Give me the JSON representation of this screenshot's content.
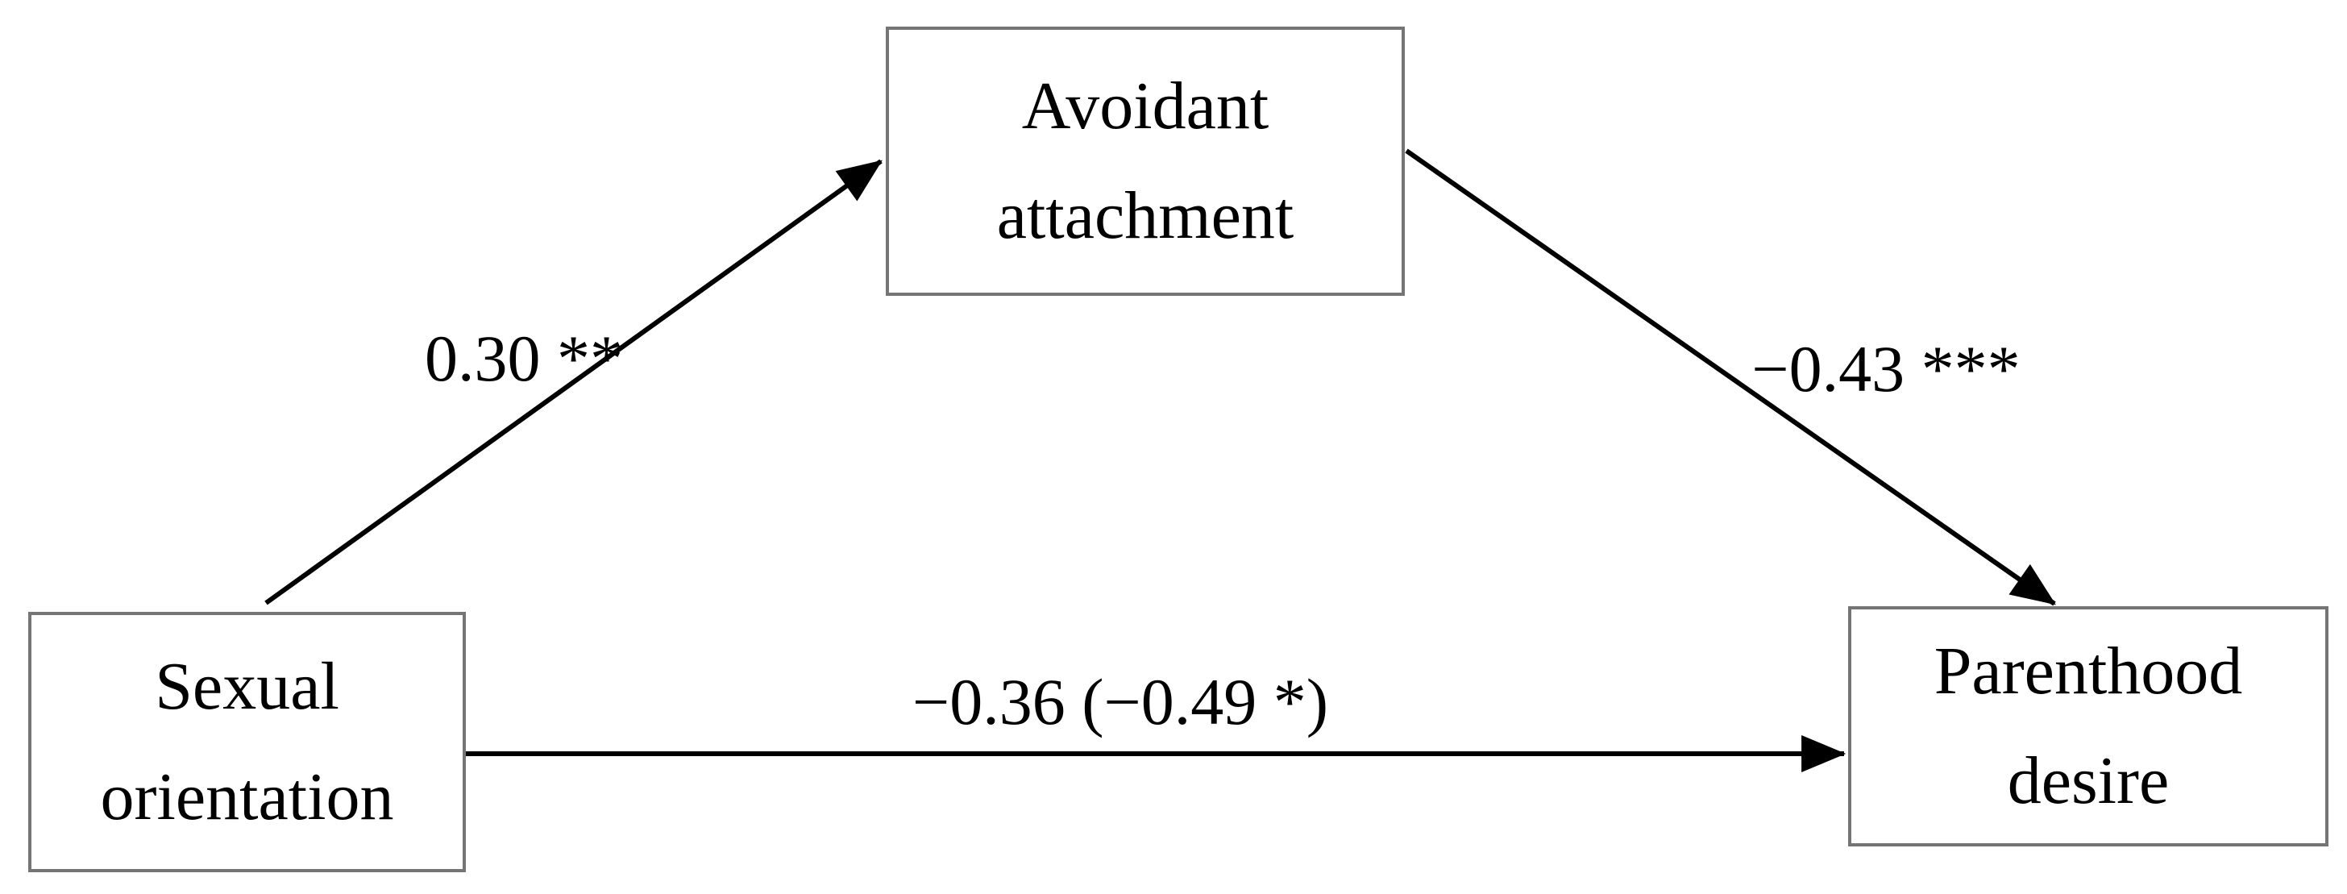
{
  "figure": {
    "background": "#ffffff",
    "text_color": "#000000",
    "box_border_color": "#757575",
    "arrow_color": "#000000"
  },
  "nodes": [
    {
      "id": "mediator",
      "line1": "Avoidant",
      "line2": "attachment"
    },
    {
      "id": "predictor",
      "line1": "Sexual",
      "line2": "orientation"
    },
    {
      "id": "outcome",
      "line1": "Parenthood",
      "line2": "desire"
    }
  ],
  "paths": [
    {
      "from": "Sexual orientation",
      "to": "Avoidant attachment",
      "label": "0.30 **"
    },
    {
      "from": "Avoidant attachment",
      "to": "Parenthood desire",
      "label": "−0.43 ***"
    },
    {
      "from": "Sexual orientation",
      "to": "Parenthood desire",
      "label": "−0.36 (−0.49 *)"
    }
  ]
}
